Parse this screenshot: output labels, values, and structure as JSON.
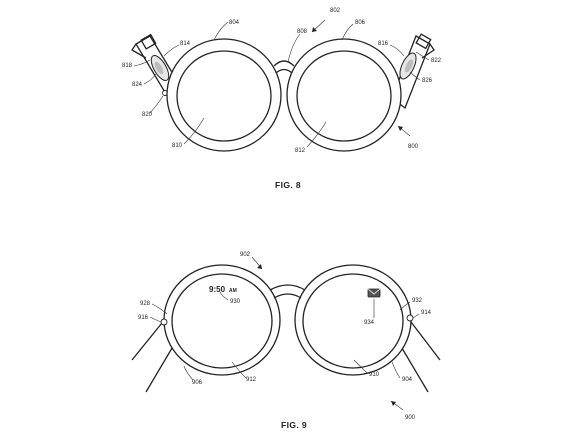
{
  "fig8": {
    "caption": "FIG. 8",
    "refs": {
      "r802": "802",
      "r804": "804",
      "r806": "806",
      "r808": "808",
      "r810": "810",
      "r812": "812",
      "r814": "814",
      "r816": "816",
      "r818": "818",
      "r820": "820",
      "r822": "822",
      "r824": "824",
      "r826": "826",
      "r800": "800"
    }
  },
  "fig9": {
    "caption": "FIG. 9",
    "time": "9:50",
    "ampm": "AM",
    "refs": {
      "r902": "902",
      "r928": "928",
      "r930": "930",
      "r916": "916",
      "r906": "906",
      "r912": "912",
      "r910": "910",
      "r904": "904",
      "r932": "932",
      "r934": "934",
      "r914": "914",
      "r900": "900"
    }
  },
  "colors": {
    "ink": "#222222",
    "paper": "#ffffff"
  }
}
